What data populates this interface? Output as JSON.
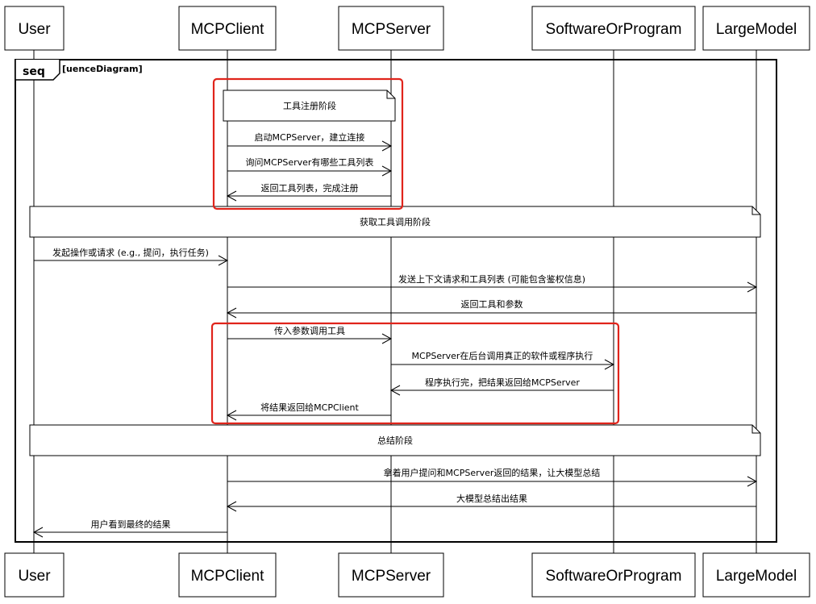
{
  "frame": {
    "keyword": "seq",
    "title": "[uenceDiagram]"
  },
  "actors": [
    {
      "id": "user",
      "label": "User"
    },
    {
      "id": "client",
      "label": "MCPClient"
    },
    {
      "id": "server",
      "label": "MCPServer"
    },
    {
      "id": "software",
      "label": "SoftwareOrProgram"
    },
    {
      "id": "model",
      "label": "LargeModel"
    }
  ],
  "notes": [
    {
      "text": "工具注册阶段"
    },
    {
      "text": "获取工具调用阶段"
    },
    {
      "text": "总结阶段"
    }
  ],
  "messages": [
    {
      "from": "client",
      "to": "server",
      "text": "启动MCPServer，建立连接"
    },
    {
      "from": "client",
      "to": "server",
      "text": "询问MCPServer有哪些工具列表"
    },
    {
      "from": "server",
      "to": "client",
      "text": "返回工具列表，完成注册"
    },
    {
      "from": "user",
      "to": "client",
      "text": "发起操作或请求 (e.g., 提问，执行任务)"
    },
    {
      "from": "client",
      "to": "model",
      "text": "发送上下文请求和工具列表 (可能包含鉴权信息)"
    },
    {
      "from": "model",
      "to": "client",
      "text": "返回工具和参数"
    },
    {
      "from": "client",
      "to": "server",
      "text": "传入参数调用工具"
    },
    {
      "from": "server",
      "to": "software",
      "text": "MCPServer在后台调用真正的软件或程序执行"
    },
    {
      "from": "software",
      "to": "server",
      "text": "程序执行完，把结果返回给MCPServer"
    },
    {
      "from": "server",
      "to": "client",
      "text": "将结果返回给MCPClient"
    },
    {
      "from": "client",
      "to": "model",
      "text": "拿着用户提问和MCPServer返回的结果，让大模型总结"
    },
    {
      "from": "model",
      "to": "client",
      "text": "大模型总结出结果"
    },
    {
      "from": "client",
      "to": "user",
      "text": "用户看到最终的结果"
    }
  ],
  "colors": {
    "highlight": "#e0241b",
    "line": "#000000",
    "background": "#ffffff"
  }
}
